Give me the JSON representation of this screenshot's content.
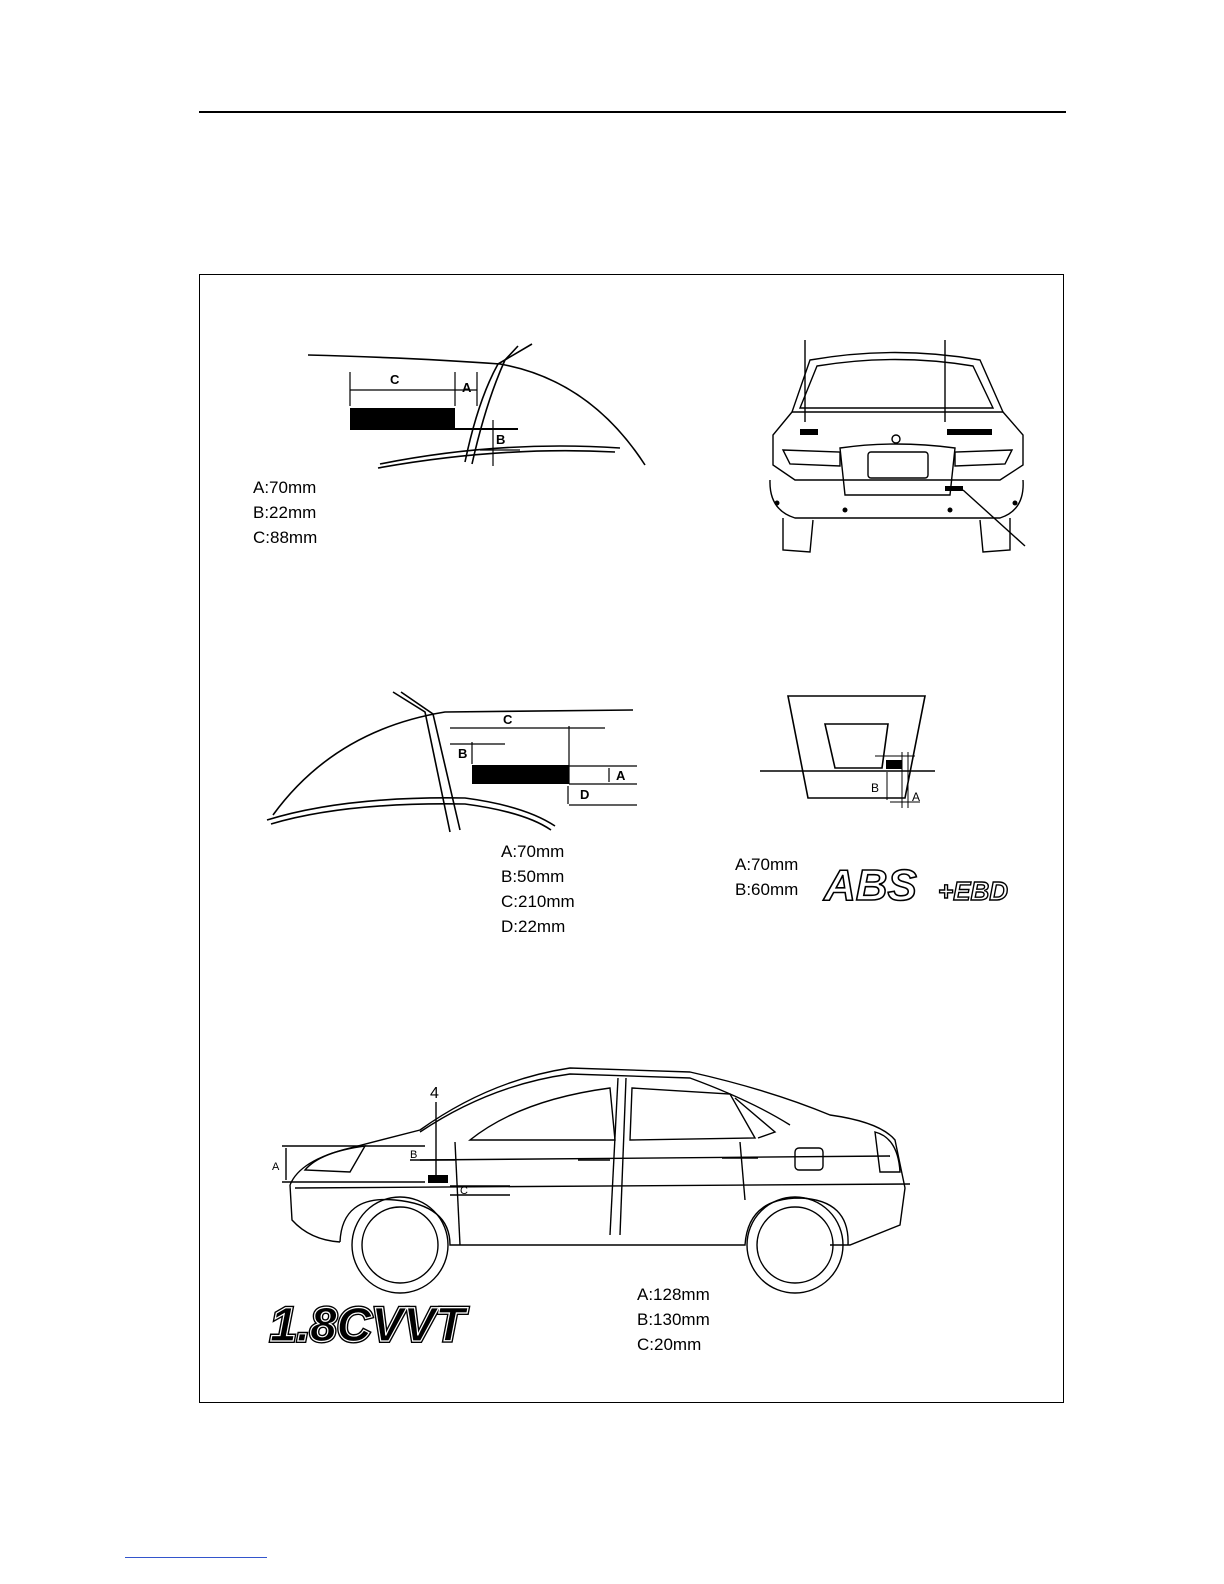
{
  "diagram_top_left": {
    "labels": {
      "a": "A",
      "b": "B",
      "c": "C"
    },
    "specs": [
      "A:70mm",
      "B:22mm",
      "C:88mm"
    ]
  },
  "diagram_mid_left": {
    "labels": {
      "a": "A",
      "b": "B",
      "c": "C",
      "d": "D"
    },
    "specs": [
      "A:70mm",
      "B:50mm",
      "C:210mm",
      "D:22mm"
    ]
  },
  "diagram_mid_right": {
    "labels": {
      "a": "A",
      "b": "B"
    },
    "specs": [
      "A:70mm",
      "B:60mm"
    ],
    "logo_abs": "ABS",
    "logo_ebd": "+EBD"
  },
  "diagram_side": {
    "callout": "4",
    "labels": {
      "a": "A",
      "b": "B",
      "c": "C"
    },
    "specs": [
      "A:128mm",
      "B:130mm",
      "C:20mm"
    ],
    "logo": "1.8CVVT"
  }
}
